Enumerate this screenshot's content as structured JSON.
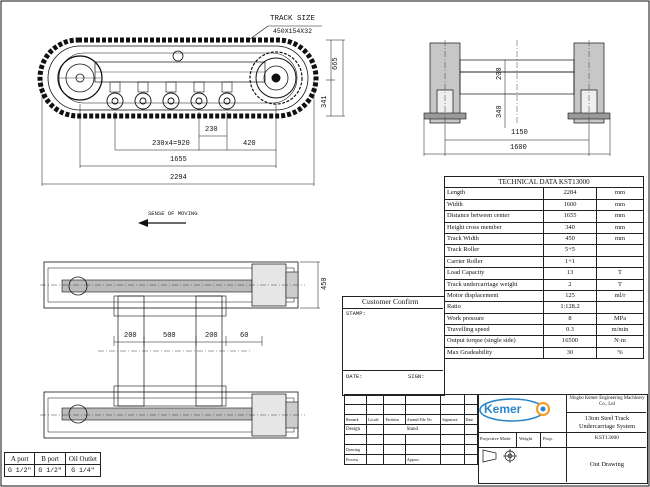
{
  "drawing": {
    "track_size_label": "TRACK SIZE",
    "track_size_value": "450X154X32",
    "sense_of_moving": "SENSE OF MOVING",
    "side_view_dims": {
      "d1": "665",
      "d2": "341",
      "d3": "230",
      "d4": "230x4=920",
      "d5": "420",
      "d6": "1655",
      "d7": "2294"
    },
    "front_view_dims": {
      "d1": "200",
      "d2": "340",
      "d3": "1150",
      "d4": "1600"
    },
    "top_view_dims": {
      "d1": "200",
      "d2": "500",
      "d3": "200",
      "d4": "60",
      "d5": "450"
    }
  },
  "technical_data": {
    "title": "TECHNICAL DATA   KST13000",
    "rows": [
      {
        "k": "Length",
        "v": "2284",
        "u": "mm"
      },
      {
        "k": "Width",
        "v": "1600",
        "u": "mm"
      },
      {
        "k": "Distance between center",
        "v": "1655",
        "u": "mm"
      },
      {
        "k": "Height cross member",
        "v": "340",
        "u": "mm"
      },
      {
        "k": "Track Width",
        "v": "450",
        "u": "mm"
      },
      {
        "k": "Track Roller",
        "v": "5+5",
        "u": ""
      },
      {
        "k": "Carrier Roller",
        "v": "1+1",
        "u": ""
      },
      {
        "k": "Load Capacity",
        "v": "13",
        "u": "T"
      },
      {
        "k": "Track undercarriage weight",
        "v": "2",
        "u": "T"
      },
      {
        "k": "Motor displacement",
        "v": "125",
        "u": "ml/r"
      },
      {
        "k": "Ratio",
        "v": "1:128.2",
        "u": ""
      },
      {
        "k": "Work pressure",
        "v": "8",
        "u": "MPa"
      },
      {
        "k": "Travelling speed",
        "v": "0.3",
        "u": "m/min"
      },
      {
        "k": "Output torque (single side)",
        "v": "16500",
        "u": "N·m"
      },
      {
        "k": "Max Gradeability",
        "v": "30",
        "u": "%"
      }
    ]
  },
  "customer": {
    "title": "Customer Confirm",
    "stamp": "STAMP:",
    "date": "DATE:",
    "sign": "SIGN:"
  },
  "ports": {
    "headers": [
      "A port",
      "B port",
      "Oil Outlet"
    ],
    "values": [
      "G 1/2\"",
      "G 1/2\"",
      "G 1/4\""
    ]
  },
  "title_block": {
    "logo_text": "Kemer",
    "company": "Ningbo Kemer Engineering Machinery Co., Ltd",
    "product_line1": "13ton Steel Track",
    "product_line2": "Undercarriage System",
    "model": "KST13000",
    "drawing_name": "Out Drawing",
    "header_cells": [
      "Remark",
      "Locale",
      "Partition",
      "Amend File No",
      "Signature",
      "Date"
    ],
    "row_design": "Design",
    "row_stand": "Stand",
    "row_drawing": "Drawing",
    "row_process": "Process",
    "row_approv": "Approv.",
    "projective_mode": "Projective Mode",
    "weight": "Weight",
    "prop": "Prop."
  },
  "colors": {
    "ink": "#111111",
    "gray": "#b9b9b9",
    "logo_blue": "#2c86c9",
    "logo_orange": "#f39a1e"
  }
}
